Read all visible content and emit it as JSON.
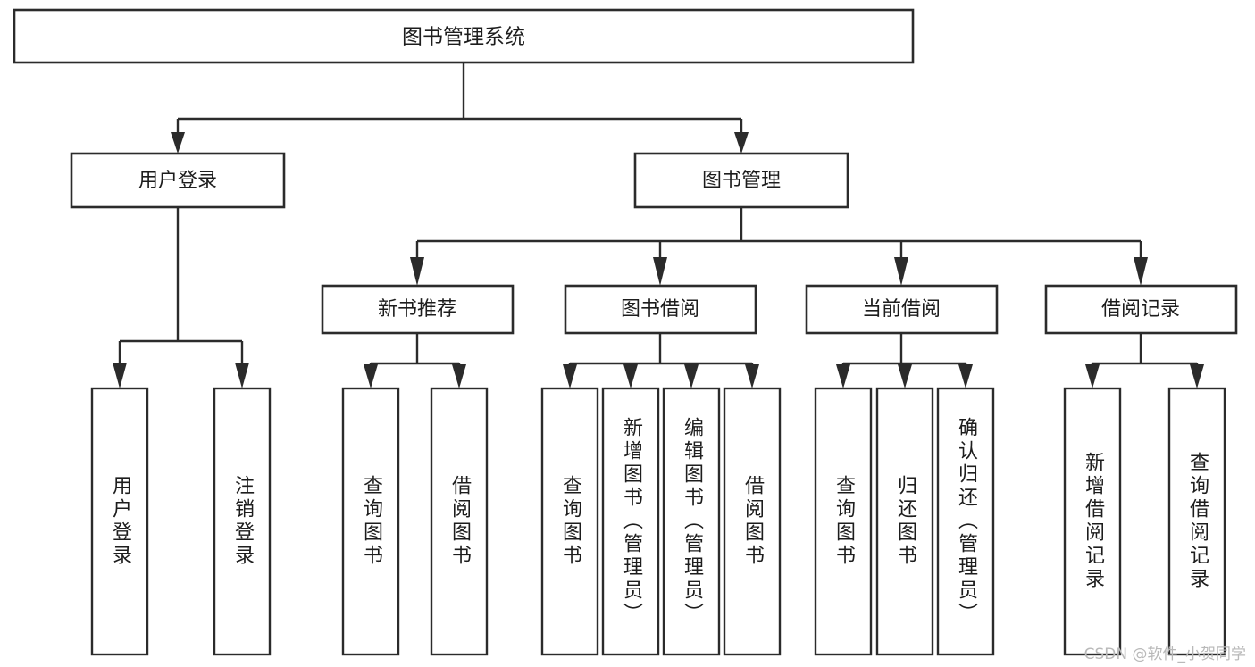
{
  "diagram": {
    "type": "tree-hierarchy",
    "title": "图书管理系统",
    "watermark": "CSDN @软件_小贺同学",
    "colors": {
      "box_stroke": "#2b2b2b",
      "box_fill": "#ffffff",
      "text": "#1d1d1d",
      "connector": "#2b2b2b",
      "watermark": "#b9b9b9",
      "background": "#ffffff"
    },
    "levels": [
      {
        "level": 1,
        "nodes": [
          {
            "id": "root",
            "label": "图书管理系统",
            "orientation": "horizontal"
          }
        ]
      },
      {
        "level": 2,
        "nodes": [
          {
            "id": "login",
            "label": "用户登录",
            "orientation": "horizontal",
            "parent": "root"
          },
          {
            "id": "bookmgmt",
            "label": "图书管理",
            "orientation": "horizontal",
            "parent": "root"
          }
        ]
      },
      {
        "level": 3,
        "nodes": [
          {
            "id": "newrec",
            "label": "新书推荐",
            "orientation": "horizontal",
            "parent": "bookmgmt"
          },
          {
            "id": "borrow",
            "label": "图书借阅",
            "orientation": "horizontal",
            "parent": "bookmgmt"
          },
          {
            "id": "current",
            "label": "当前借阅",
            "orientation": "horizontal",
            "parent": "bookmgmt"
          },
          {
            "id": "records",
            "label": "借阅记录",
            "orientation": "horizontal",
            "parent": "bookmgmt"
          }
        ]
      },
      {
        "level": 4,
        "nodes": [
          {
            "id": "leaf-1",
            "label": "用户登录",
            "orientation": "vertical",
            "parent": "login"
          },
          {
            "id": "leaf-2",
            "label": "注销登录",
            "orientation": "vertical",
            "parent": "login"
          },
          {
            "id": "leaf-3",
            "label": "查询图书",
            "orientation": "vertical",
            "parent": "newrec"
          },
          {
            "id": "leaf-4",
            "label": "借阅图书",
            "orientation": "vertical",
            "parent": "newrec"
          },
          {
            "id": "leaf-5",
            "label": "查询图书",
            "orientation": "vertical",
            "parent": "borrow"
          },
          {
            "id": "leaf-6",
            "label": "新增图书（管理员）",
            "orientation": "vertical",
            "parent": "borrow"
          },
          {
            "id": "leaf-7",
            "label": "编辑图书（管理员）",
            "orientation": "vertical",
            "parent": "borrow"
          },
          {
            "id": "leaf-8",
            "label": "借阅图书",
            "orientation": "vertical",
            "parent": "borrow"
          },
          {
            "id": "leaf-9",
            "label": "查询图书",
            "orientation": "vertical",
            "parent": "current"
          },
          {
            "id": "leaf-10",
            "label": "归还图书",
            "orientation": "vertical",
            "parent": "current"
          },
          {
            "id": "leaf-11",
            "label": "确认归还（管理员）",
            "orientation": "vertical",
            "parent": "current"
          },
          {
            "id": "leaf-12",
            "label": "新增借阅记录",
            "orientation": "vertical",
            "parent": "records"
          },
          {
            "id": "leaf-13",
            "label": "查询借阅记录",
            "orientation": "vertical",
            "parent": "records"
          }
        ]
      }
    ]
  }
}
